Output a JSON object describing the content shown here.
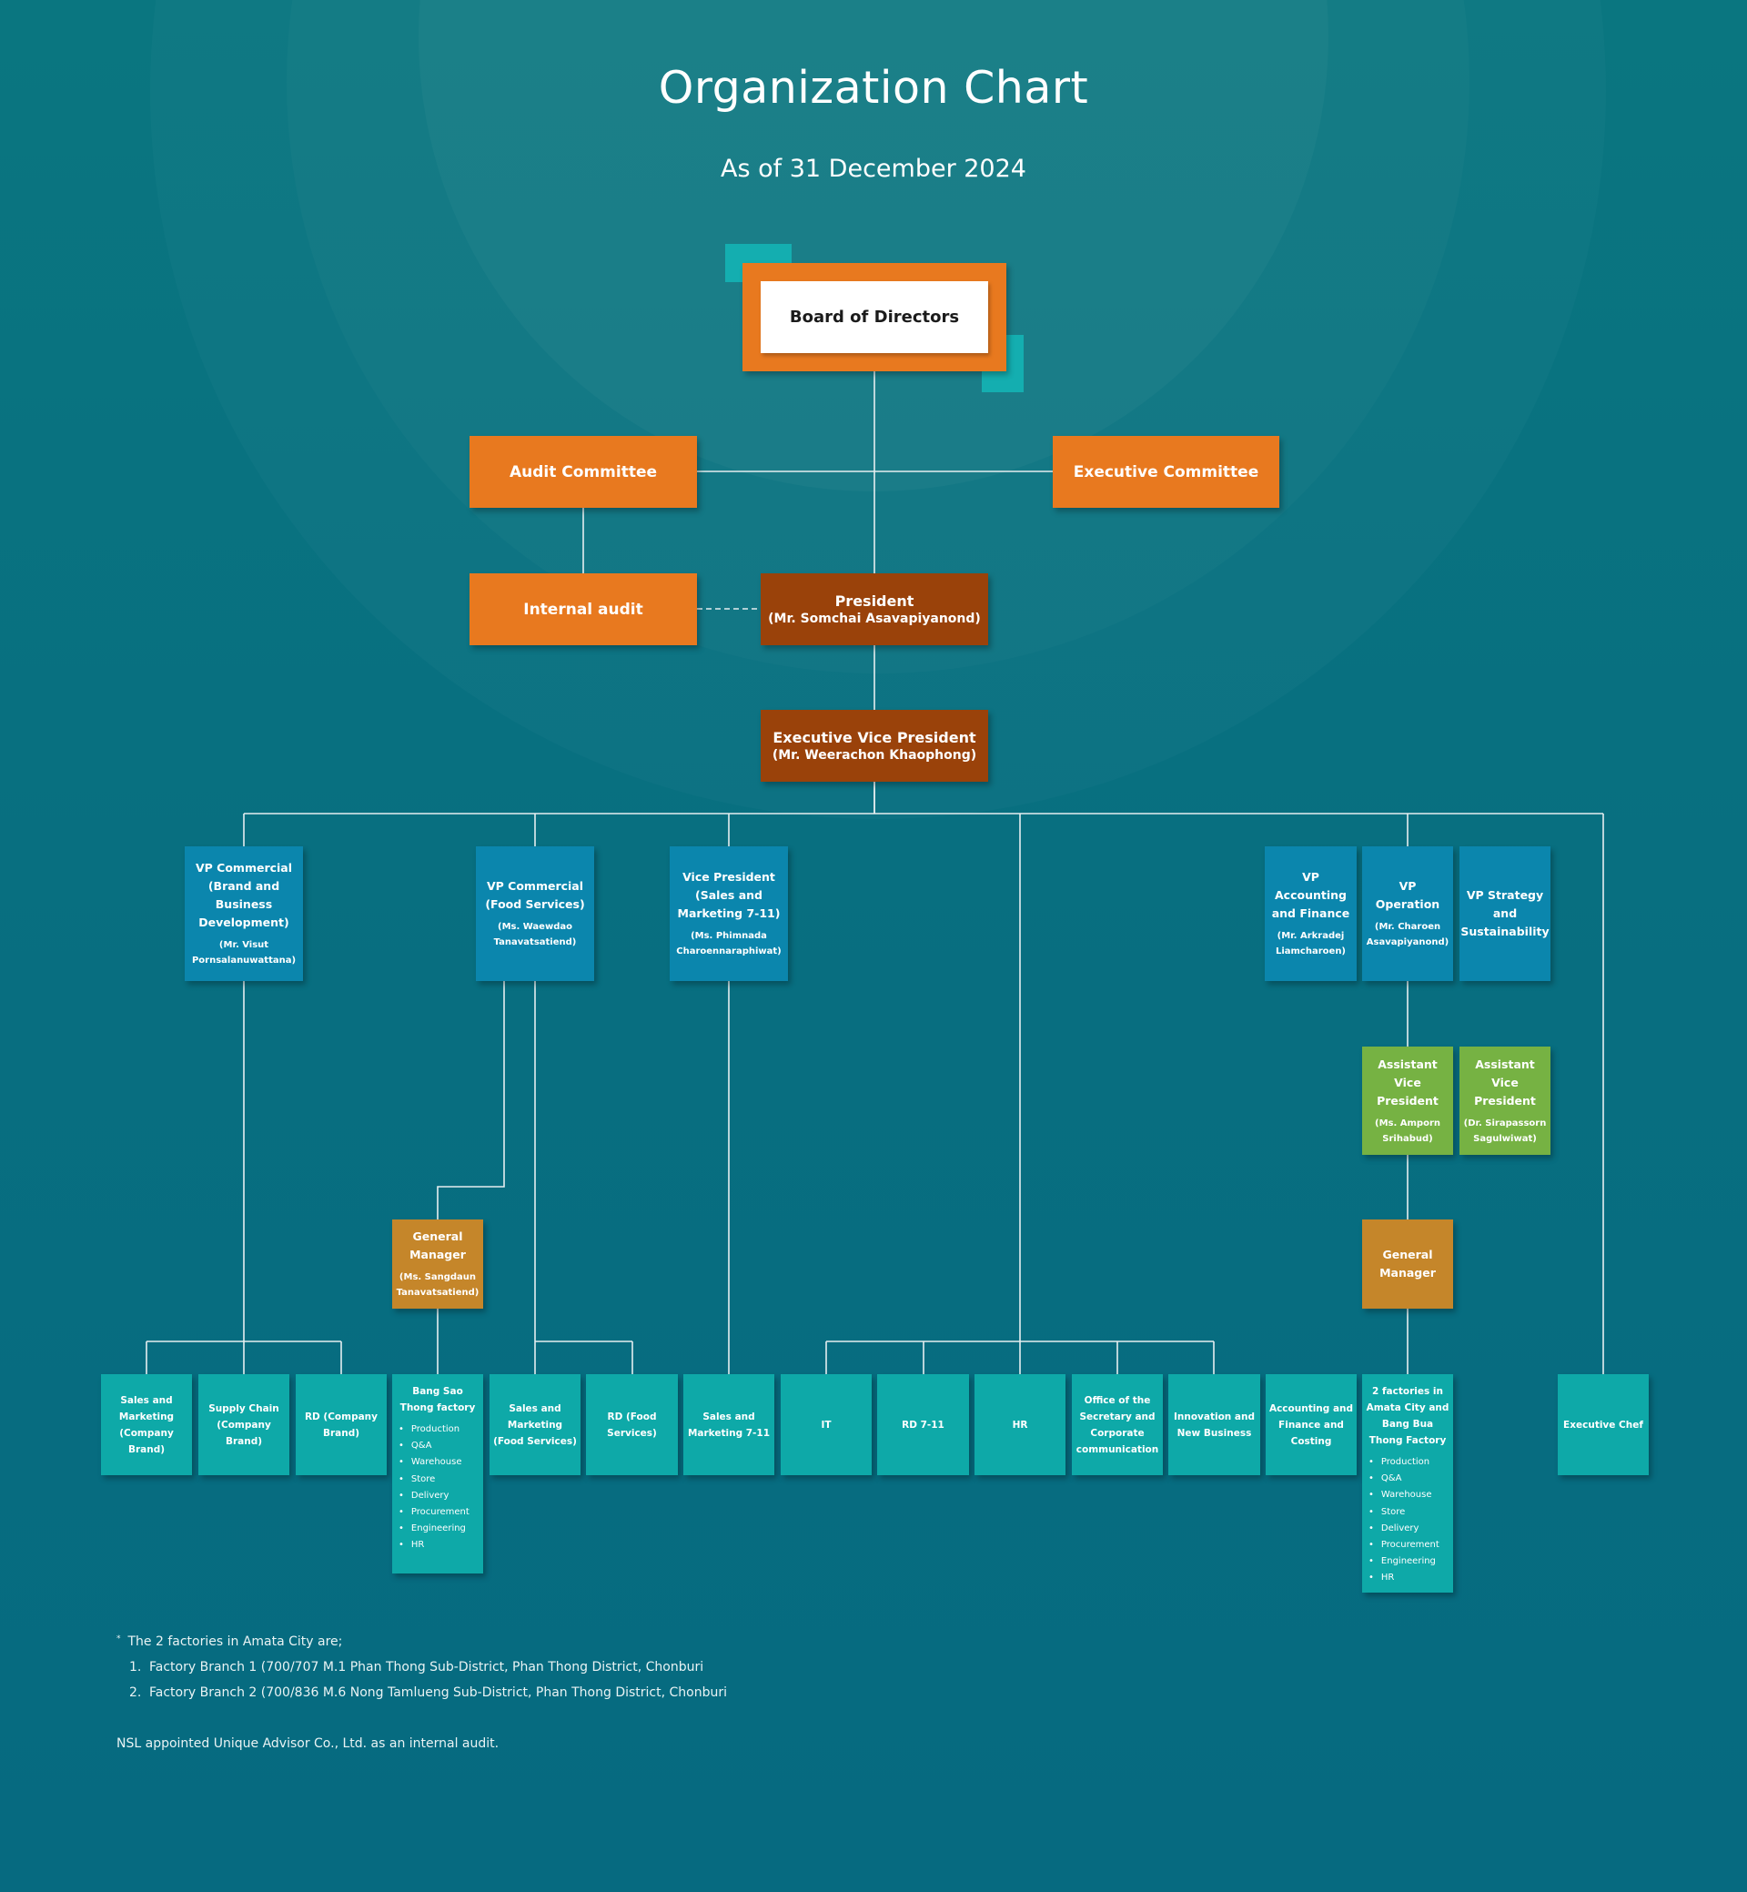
{
  "title": "Organization Chart",
  "subtitle": "As of 31 December 2024",
  "board": "Board of Directors",
  "audit_committee": "Audit Committee",
  "executive_committee": "Executive Committee",
  "internal_audit": "Internal audit",
  "president": {
    "title": "President",
    "name": "(Mr. Somchai Asavapiyanond)"
  },
  "evp": {
    "title": "Executive Vice President",
    "name": "(Mr. Weerachon Khaophong)"
  },
  "vps": {
    "brand": {
      "title": "VP Commercial (Brand and Business Development)",
      "name": "(Mr. Visut Pornsalanuwattana)"
    },
    "food": {
      "title": "VP Commercial (Food Services)",
      "name": "(Ms. Waewdao Tanavatsatiend)"
    },
    "sales711": {
      "title": "Vice President (Sales and Marketing 7-11)",
      "name": "(Ms. Phimnada Charoennaraphiwat)"
    },
    "accounting": {
      "title": "VP Accounting and Finance",
      "name": "(Mr. Arkradej Liamcharoen)"
    },
    "operation": {
      "title": "VP Operation",
      "name": "(Mr. Charoen Asavapiyanond)"
    },
    "strategy": {
      "title": "VP Strategy and Sustainability"
    }
  },
  "avps": {
    "amporn": {
      "title": "Assistant Vice President",
      "name": "(Ms. Amporn Srihabud)"
    },
    "sirapassorn": {
      "title": "Assistant Vice President",
      "name": "(Dr. Sirapassorn Sagulwiwat)"
    }
  },
  "gm_food": {
    "title": "General Manager",
    "name": "(Ms. Sangdaun Tanavatsatiend)"
  },
  "gm_operation": {
    "title": "General Manager"
  },
  "units": {
    "sm_company": "Sales and Marketing (Company Brand)",
    "supply_chain": "Supply Chain (Company Brand)",
    "rd_company": "RD (Company Brand)",
    "bang_sao_thong": "Bang Sao Thong factory",
    "sm_food": "Sales and Marketing (Food Services)",
    "rd_food": "RD (Food Services)",
    "sm_711": "Sales and Marketing 7-11",
    "it": "IT",
    "rd_711": "RD 7-11",
    "hr": "HR",
    "secretary": "Office of the Secretary and Corporate communication",
    "innovation": "Innovation and New Business",
    "acc_costing": "Accounting and Finance and Costing",
    "factories": "2 factories in Amata City and Bang Bua Thong Factory",
    "exec_chef": "Executive Chef"
  },
  "factory_functions": [
    "Production",
    "Q&A",
    "Warehouse",
    "Store",
    "Delivery",
    "Procurement",
    "Engineering",
    "HR"
  ],
  "footnotes": {
    "intro": "The 2 factories in Amata City are;",
    "items": [
      "Factory Branch 1 (700/707 M.1 Phan Thong Sub-District, Phan Thong District, Chonburi",
      "Factory Branch 2 (700/836 M.6 Nong Tamlueng Sub-District, Phan Thong District, Chonburi"
    ],
    "item_numbers": [
      "1.",
      "2."
    ],
    "audit_note": "NSL appointed Unique Advisor Co., Ltd. as an internal audit."
  },
  "colors": {
    "background": "#086f80",
    "orange": "#e8791f",
    "brown": "#9a420a",
    "blue": "#0b86ad",
    "green": "#76b243",
    "gold": "#c5862a",
    "teal": "#0ea9a8"
  }
}
